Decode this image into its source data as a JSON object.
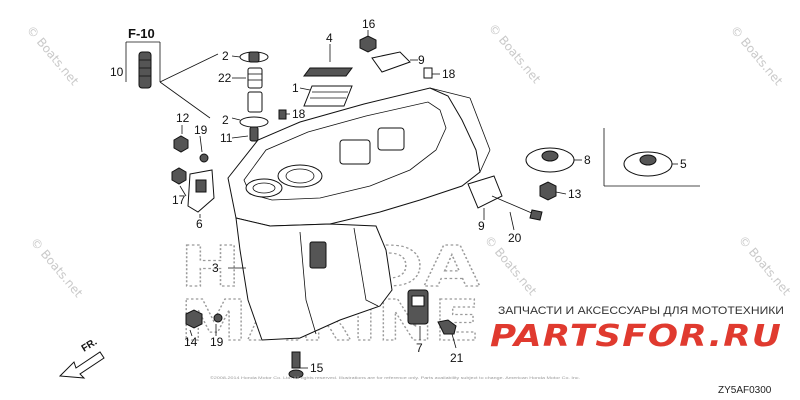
{
  "watermark": "© Boats.net",
  "reference": "F-10",
  "background_brand": {
    "line1": "HONDA",
    "line2": "MARINE"
  },
  "promo_text": "ЗАПЧАСТИ И АКСЕССУАРЫ ДЛЯ МОТОТЕХНИКИ",
  "promo_logo": "PARTSFOR.RU",
  "diagram_code": "ZY5AF0300",
  "direction_indicator": "FR.",
  "fine_print": "©2008-2014 Honda Motor Co. Ltd. All rights reserved. Illustrations are for reference only. Parts availability subject to change. American Honda Motor Co. Inc.",
  "callouts": [
    {
      "id": "c1",
      "label": "1"
    },
    {
      "id": "c2a",
      "label": "2"
    },
    {
      "id": "c2b",
      "label": "2"
    },
    {
      "id": "c3",
      "label": "3"
    },
    {
      "id": "c4",
      "label": "4"
    },
    {
      "id": "c5",
      "label": "5"
    },
    {
      "id": "c6",
      "label": "6"
    },
    {
      "id": "c7",
      "label": "7"
    },
    {
      "id": "c8",
      "label": "8"
    },
    {
      "id": "c9a",
      "label": "9"
    },
    {
      "id": "c9b",
      "label": "9"
    },
    {
      "id": "c10",
      "label": "10"
    },
    {
      "id": "c11",
      "label": "11"
    },
    {
      "id": "c12",
      "label": "12"
    },
    {
      "id": "c13",
      "label": "13"
    },
    {
      "id": "c14",
      "label": "14"
    },
    {
      "id": "c15",
      "label": "15"
    },
    {
      "id": "c16",
      "label": "16"
    },
    {
      "id": "c17",
      "label": "17"
    },
    {
      "id": "c18a",
      "label": "18"
    },
    {
      "id": "c18b",
      "label": "18"
    },
    {
      "id": "c19a",
      "label": "19"
    },
    {
      "id": "c19b",
      "label": "19"
    },
    {
      "id": "c20",
      "label": "20"
    },
    {
      "id": "c21",
      "label": "21"
    },
    {
      "id": "c22",
      "label": "22"
    }
  ]
}
